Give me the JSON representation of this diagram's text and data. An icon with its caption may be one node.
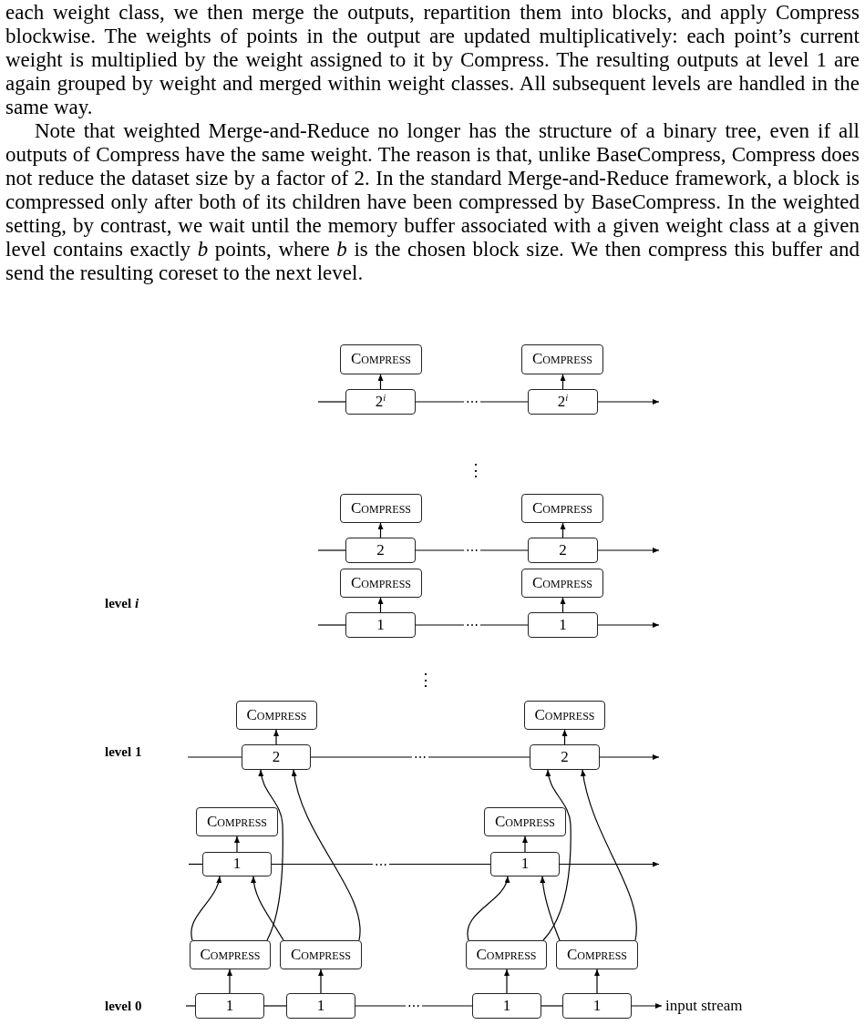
{
  "diagram": {
    "nodes": [
      {
        "text": [
          "Compress"
        ]
      },
      {
        "text": [
          "Compress"
        ]
      },
      {
        "text": [
          "2$^{i}$"
        ]
      },
      {
        "text": [
          "2$^{i}$"
        ]
      },
      {
        "text": [
          "Compress"
        ]
      },
      {
        "text": [
          "Compress"
        ]
      },
      {
        "text": [
          "2"
        ]
      },
      {
        "text": [
          "2"
        ]
      },
      {
        "text": [
          "Compress"
        ]
      },
      {
        "text": [
          "Compress"
        ]
      },
      {
        "text": [
          "1"
        ]
      },
      {
        "text": [
          "1"
        ]
      },
      {
        "text": [
          "Compress"
        ]
      },
      {
        "text": [
          "Compress"
        ]
      },
      {
        "text": [
          "2"
        ]
      },
      {
        "text": [
          "2"
        ]
      },
      {
        "text": [
          "Compress"
        ]
      },
      {
        "text": [
          "Compress"
        ]
      },
      {
        "text": [
          "1"
        ]
      },
      {
        "text": [
          "1"
        ]
      },
      {
        "text": [
          "Compress"
        ]
      },
      {
        "text": [
          "Compress"
        ]
      },
      {
        "text": [
          "Compress"
        ]
      },
      {
        "text": [
          "Compress"
        ]
      },
      {
        "text": [
          "1"
        ]
      },
      {
        "text": [
          "1"
        ]
      },
      {
        "text": [
          "1"
        ]
      },
      {
        "text": [
          "1"
        ]
      },
      {
        "text": [
          "input stream"
        ]
      }
    ],
    "edges": [
      {
        "from": null,
        "to": 2,
        "arrow": "none"
      },
      {
        "from": 2,
        "to": 3,
        "arrow": "none",
        "label": "⋯"
      },
      {
        "from": 3,
        "to": null,
        "arrow": "to"
      },
      {
        "from": 2,
        "to": 0,
        "arrow": "to"
      },
      {
        "from": 3,
        "to": 1,
        "arrow": "to"
      },
      {
        "from": null,
        "to": 6,
        "arrow": "none"
      },
      {
        "from": 6,
        "to": 7,
        "arrow": "none",
        "label": "⋯"
      },
      {
        "from": 7,
        "to": null,
        "arrow": "to"
      },
      {
        "from": 6,
        "to": 4,
        "arrow": "to"
      },
      {
        "from": 7,
        "to": 5,
        "arrow": "to"
      },
      {
        "from": null,
        "to": 10,
        "arrow": "none"
      },
      {
        "from": 10,
        "to": 11,
        "arrow": "none",
        "label": "⋯"
      },
      {
        "from": 11,
        "to": null,
        "arrow": "to"
      },
      {
        "from": 10,
        "to": 8,
        "arrow": "to"
      },
      {
        "from": 11,
        "to": 9,
        "arrow": "to"
      },
      {
        "from": null,
        "to": 14,
        "arrow": "none"
      },
      {
        "from": 14,
        "to": 15,
        "arrow": "none",
        "label": "⋯"
      },
      {
        "from": 15,
        "to": null,
        "arrow": "to"
      },
      {
        "from": 14,
        "to": 12,
        "arrow": "to"
      },
      {
        "from": 15,
        "to": 13,
        "arrow": "to"
      },
      {
        "from": null,
        "to": 18,
        "arrow": "none"
      },
      {
        "from": 18,
        "to": 19,
        "arrow": "none",
        "label": "⋯"
      },
      {
        "from": 19,
        "to": null,
        "arrow": "to"
      },
      {
        "from": 18,
        "to": 16,
        "arrow": "to"
      },
      {
        "from": 19,
        "to": 17,
        "arrow": "to"
      },
      {
        "from": null,
        "to": 24,
        "arrow": "none"
      },
      {
        "from": 24,
        "to": 25,
        "arrow": "none"
      },
      {
        "from": 25,
        "to": 26,
        "arrow": "none",
        "label": "⋯"
      },
      {
        "from": 26,
        "to": 27,
        "arrow": "none"
      },
      {
        "from": 27,
        "to": 28,
        "arrow": "to"
      },
      {
        "from": 24,
        "to": 20,
        "arrow": "to"
      },
      {
        "from": 25,
        "to": 21,
        "arrow": "to"
      },
      {
        "from": 26,
        "to": 22,
        "arrow": "to"
      },
      {
        "from": 27,
        "to": 23,
        "arrow": "to"
      },
      {
        "from": 20,
        "to": 18,
        "arrow": "to"
      },
      {
        "from": 21,
        "to": 18,
        "arrow": "to"
      },
      {
        "from": 20,
        "to": 14,
        "arrow": "to"
      },
      {
        "from": 21,
        "to": 14,
        "arrow": "to"
      },
      {
        "from": 22,
        "to": 19,
        "arrow": "to"
      },
      {
        "from": 23,
        "to": 19,
        "arrow": "to"
      },
      {
        "from": 22,
        "to": 15,
        "arrow": "to"
      },
      {
        "from": 23,
        "to": 15,
        "arrow": "to"
      }
    ],
    "labels": [
      "each weight class, we then merge the outputs, repartition them into blocks, and apply Compress blockwise. The weights of points in the output are updated multiplicatively: each point’s current weight is multiplied by the weight assigned to it by Compress. The resulting outputs at level 1 are again grouped by weight and merged within weight classes. All subsequent levels are handled in the same way.",
      "Note that weighted Merge-and-Reduce no longer has the structure of a binary tree, even if all outputs of Compress have the same weight. The reason is that, unlike BaseCompress, Compress does not reduce the dataset size by a factor of 2. In the standard Merge-and-Reduce framework, a block is compressed only after both of its children have been compressed by BaseCompress. In the weighted setting, by contrast, we wait until the memory buffer associated with a given weight class at a given level contains exactly *b* points, where *b* is the chosen block size. We then compress this buffer and send the resulting coreset to the next level.",
      "⋮",
      "level *i*",
      "⋮",
      "level 1",
      "level 0"
    ]
  }
}
